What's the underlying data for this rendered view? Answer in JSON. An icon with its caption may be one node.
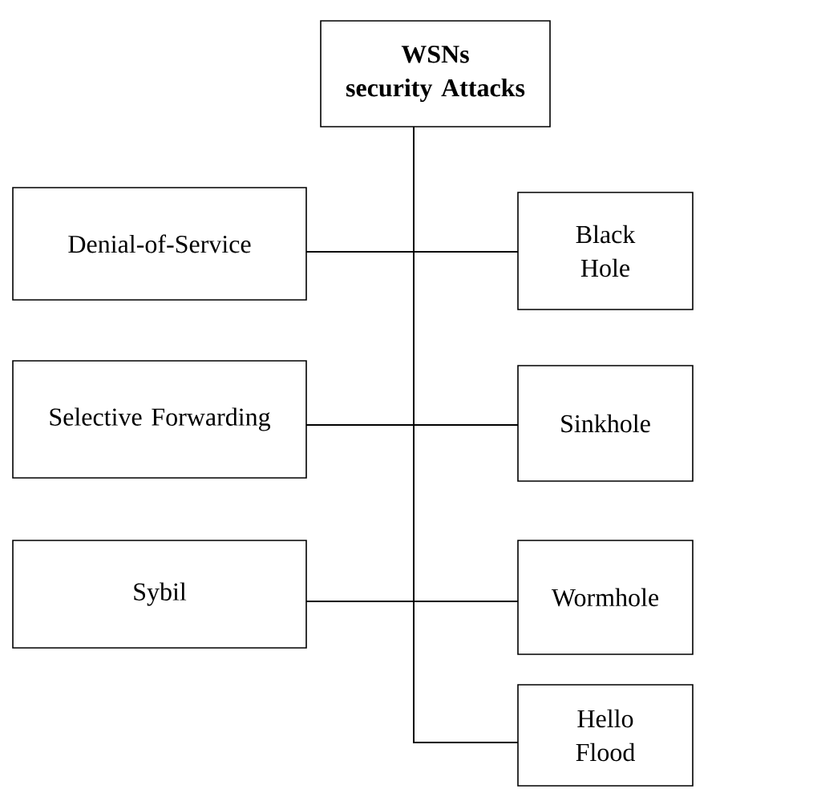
{
  "diagram": {
    "nodes": [
      {
        "text": [
          "WSNs",
          "security Attacks"
        ]
      },
      {
        "text": [
          "Denial-of-Service"
        ]
      },
      {
        "text": [
          "Black Hole"
        ]
      },
      {
        "text": [
          "Selective Forwarding"
        ]
      },
      {
        "text": [
          "Sinkhole"
        ]
      },
      {
        "text": [
          "Sybil"
        ]
      },
      {
        "text": [
          "Wormhole"
        ]
      },
      {
        "text": [
          "Hello Flood"
        ]
      }
    ],
    "edges": [
      {
        "from": 0,
        "to": 1,
        "arrow": "none"
      },
      {
        "from": 0,
        "to": 2,
        "arrow": "none"
      },
      {
        "from": 0,
        "to": 3,
        "arrow": "none"
      },
      {
        "from": 0,
        "to": 4,
        "arrow": "none"
      },
      {
        "from": 0,
        "to": 5,
        "arrow": "none"
      },
      {
        "from": 0,
        "to": 6,
        "arrow": "none"
      },
      {
        "from": 0,
        "to": 7,
        "arrow": "none"
      }
    ]
  }
}
